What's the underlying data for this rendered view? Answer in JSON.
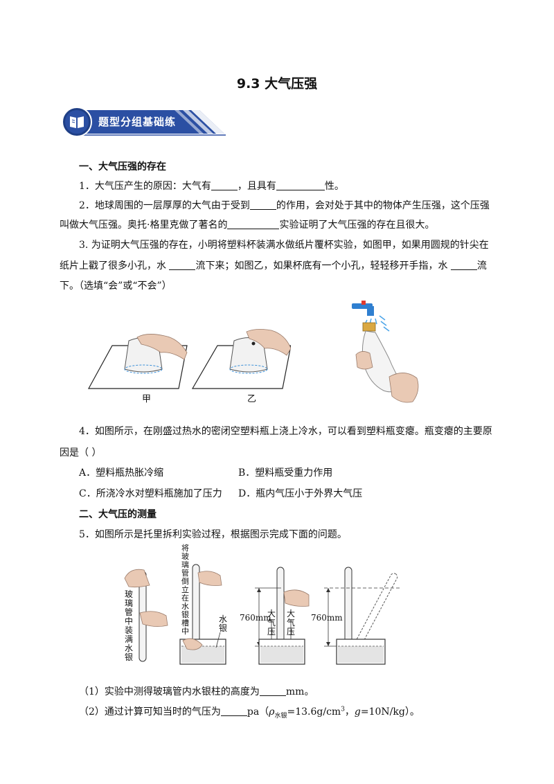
{
  "title": "9.3  大气压强",
  "banner": {
    "label": "题型分组基础练"
  },
  "section1": {
    "heading": "一、大气压强的存在"
  },
  "q1": {
    "before": "1．大气压产生的原因：大气有",
    "mid": "，且具有",
    "after": "性。"
  },
  "q2": {
    "l1_before": "2．地球周围的一层厚厚的大气由于受到",
    "l1_after": "的作用，会对处于其中的物体产生压强，这个压强",
    "l2_before": "叫做大气压强。奥托·格里克做了著名的",
    "l2_after": "实验证明了大气压强的存在且很大。"
  },
  "q3": {
    "l1": "3. 为证明大气压强的存在，小明将塑料杯装满水做纸片覆杯实验，如图甲，如果用圆规的针尖在",
    "l2_a": "纸片上戳了很多小孔，水 ",
    "l2_b": "流下来；如图乙，如果杯底有一个小孔，轻轻移开手指，水 ",
    "l2_c": "流",
    "l3": "下。（选填“会”或“不会”）",
    "fig_jia": "甲",
    "fig_yi": "乙"
  },
  "q4": {
    "l1": "4．如图所示，在刚盛过热水的密闭空塑料瓶上浇上冷水，可以看到塑料瓶变瘪。瓶变瘪的主要原",
    "l2": "因是（    ）",
    "optA": "A．塑料瓶热胀冷缩",
    "optB": "B．塑料瓶受重力作用",
    "optC": "C．所浇冷水对塑料瓶施加了压力",
    "optD": "D．瓶内气压小于外界大气压"
  },
  "section2": {
    "heading": "二、大气压的测量"
  },
  "q5": {
    "intro": "5．如图所示是托里拆利实验过程，根据图示完成下面的问题。",
    "fig_label_fill": "玻璃管中装满水银",
    "fig_label_invert": "将玻璃管倒立在水银槽中",
    "fig_label_mercury": "水银",
    "fig_label_pressure": "大气压",
    "fig_760_a": "760mm",
    "fig_760_b": "760mm",
    "sub1_before": "（1）实验中测得玻璃管内水银柱的高度为",
    "sub1_after": "mm。",
    "sub2_before": "（2）通过计算可知当时的气压为",
    "sub2_unit": "pa（",
    "sub2_rho": "ρ",
    "sub2_sub": "水银",
    "sub2_eq": "=13.6g/cm",
    "sub2_sup": "3",
    "sub2_comma": "，",
    "sub2_g": "g",
    "sub2_tail": "=10N/kg）。"
  },
  "colors": {
    "banner_dark": "#1f3f86",
    "banner_light": "#3f66c0",
    "water_line": "#3a8fd8"
  }
}
